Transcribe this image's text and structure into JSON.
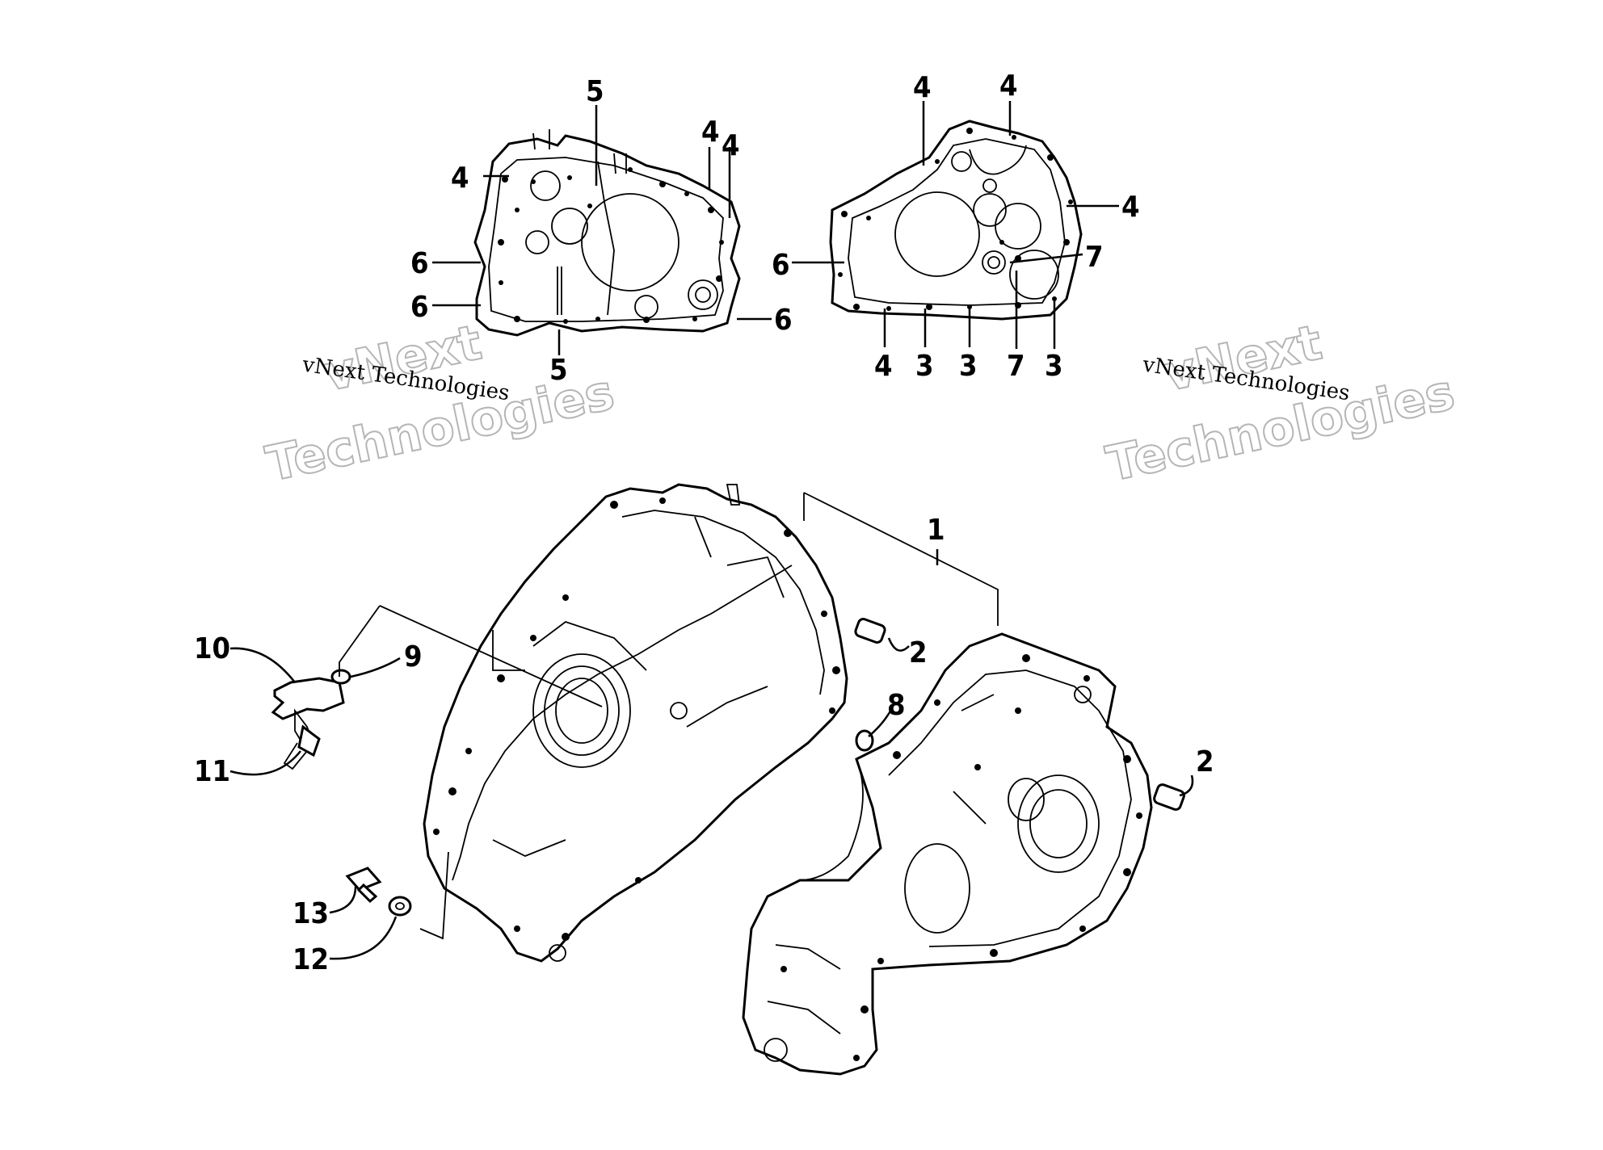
{
  "watermarks": [
    {
      "small": "vNext Technologies",
      "big1": "vNext",
      "big2": "Technologies"
    },
    {
      "small": "vNext Technologies",
      "big1": "vNext",
      "big2": "Technologies"
    }
  ],
  "callouts": {
    "c1": "1",
    "c2a": "2",
    "c2b": "2",
    "c3a": "3",
    "c3b": "3",
    "c3c": "3",
    "c4a": "4",
    "c4b": "4",
    "c4c": "4",
    "c4d": "4",
    "c4e": "4",
    "c4f": "4",
    "c4g": "4",
    "c5a": "5",
    "c5b": "5",
    "c6a": "6",
    "c6b": "6",
    "c6c": "6",
    "c6d": "6",
    "c7a": "7",
    "c7b": "7",
    "c8": "8",
    "c9": "9",
    "c10": "10",
    "c11": "11",
    "c12": "12",
    "c13": "13"
  }
}
